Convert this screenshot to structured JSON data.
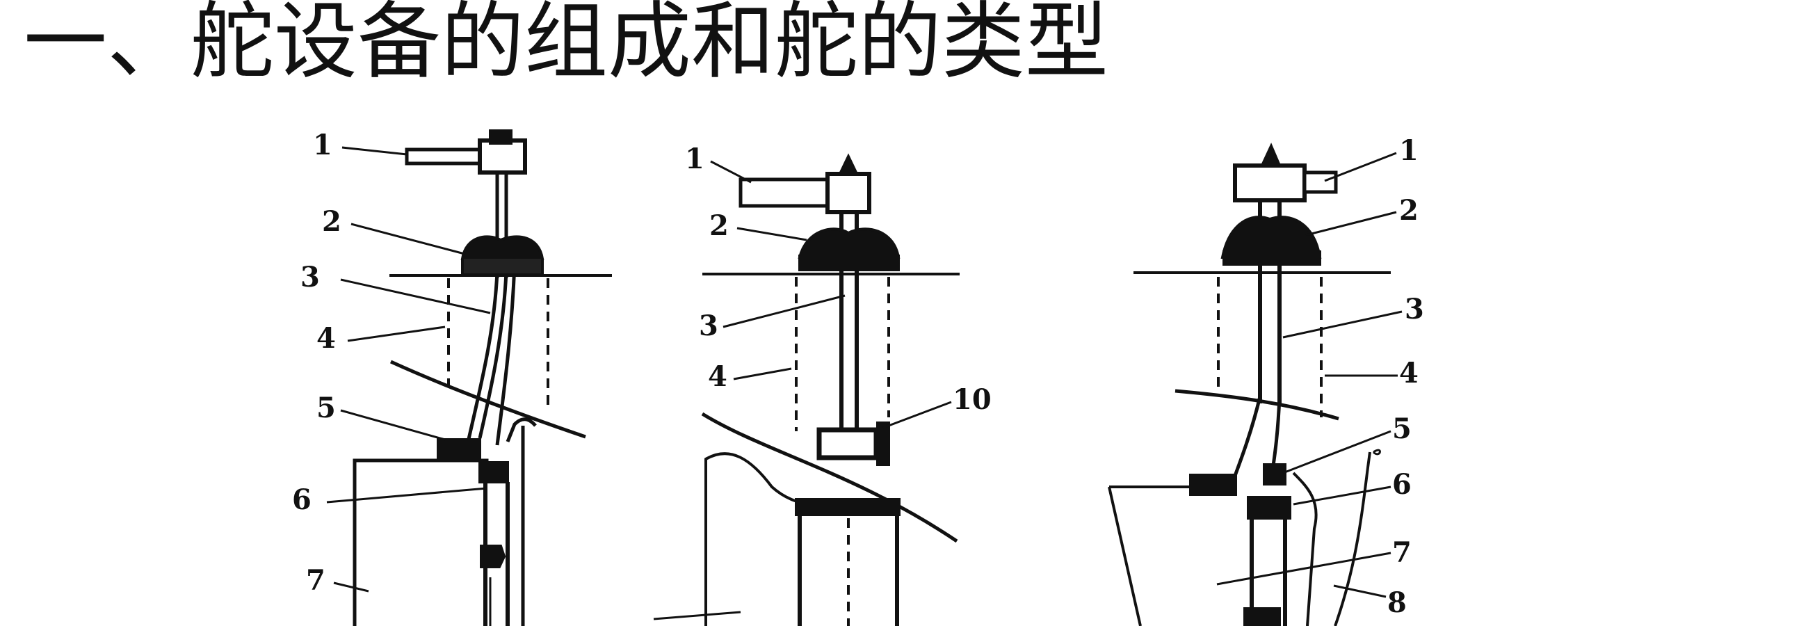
{
  "title": "一、舵设备的组成和舵的类型",
  "figures": [
    {
      "id": "fig-a",
      "labels": [
        "1",
        "2",
        "3",
        "4",
        "5",
        "6",
        "7"
      ]
    },
    {
      "id": "fig-b",
      "labels": [
        "1",
        "2",
        "3",
        "4",
        "10"
      ]
    },
    {
      "id": "fig-c",
      "labels": [
        "1",
        "2",
        "3",
        "4",
        "5",
        "6",
        "7",
        "8"
      ]
    }
  ]
}
